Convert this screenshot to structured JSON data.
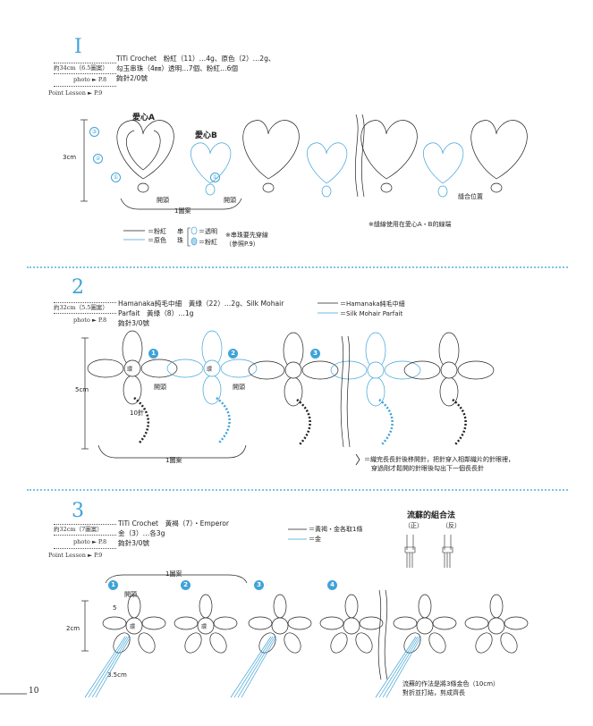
{
  "section1": {
    "number": "I",
    "size": "約34cm（6.5圖案）",
    "photo": "photo ► P.8",
    "point": "Point Lesson ► P.9",
    "spec": [
      "TiTi Crochet　粉紅（11）…4g、原色（2）…2g、",
      "勾玉串珠（4㎜）透明…7個、粉紅…6個",
      "鉤針2/0號"
    ],
    "heart_a": "愛心A",
    "heart_b": "愛心B",
    "row_marks": [
      "③",
      "②",
      "①",
      "①"
    ],
    "height": "3cm",
    "start1": "開頭",
    "start2": "開頭",
    "pattern": "1圖案",
    "join": "縫合位置",
    "legend_pink": "＝粉紅",
    "legend_cream": "＝原色",
    "bead_label": "串珠",
    "bead_clear": "＝透明",
    "bead_pink": "＝粉紅",
    "bead_note": [
      "※串珠要先穿線",
      "（參照P.9）"
    ],
    "sew_note": "※縫線使用在愛心A・B的線端"
  },
  "section2": {
    "number": "2",
    "size": "約32cm（5.5圖案）",
    "photo": "photo ► P.8",
    "spec": [
      "Hamanaka純毛中細　黃綠（22）…2g、Silk Mohair",
      "Parfait　黃綠（8）…1g",
      "鉤針3/0號"
    ],
    "legend_a": "＝Hamanaka純毛中細",
    "legend_b": "＝Silk Mohair Parfait",
    "steps": [
      "1",
      "2",
      "3"
    ],
    "ring1": "環",
    "ring2": "環",
    "start1": "開頭",
    "start2": "開頭",
    "stitches": "10針",
    "height": "5cm",
    "pattern": "1圖案",
    "note": [
      "＝織完長長針後移開針，把針穿入相鄰織片的針眼裡，",
      "穿過剛才鬆開的針眼後勾出下一個長長針"
    ]
  },
  "section3": {
    "number": "3",
    "size": "約32cm（7圖案）",
    "photo": "photo ► P.8",
    "point": "Point Lesson ► P.9",
    "spec": [
      "TiTi Crochet　黃褐（7）・Emperor",
      "金（3）…各3g",
      "鉤針3/0號"
    ],
    "legend_a": "＝黃褐・金各取1條",
    "legend_b": "＝金",
    "tassel_title": "流蘇的組合法",
    "tassel_front": "（正）",
    "tassel_back": "（反）",
    "pattern": "1圖案",
    "steps": [
      "1",
      "2",
      "3",
      "4"
    ],
    "start": "開頭",
    "five": "5",
    "ring1": "環",
    "ring2": "環",
    "height": "2cm",
    "length": "3.5cm",
    "tassel_note": [
      "流蘇的作法是將3條金色（10cm）",
      "對折並打結，剪成齊長"
    ]
  },
  "page_number": "10",
  "colors": {
    "accent": "#3fa3d8",
    "line": "#222222"
  }
}
